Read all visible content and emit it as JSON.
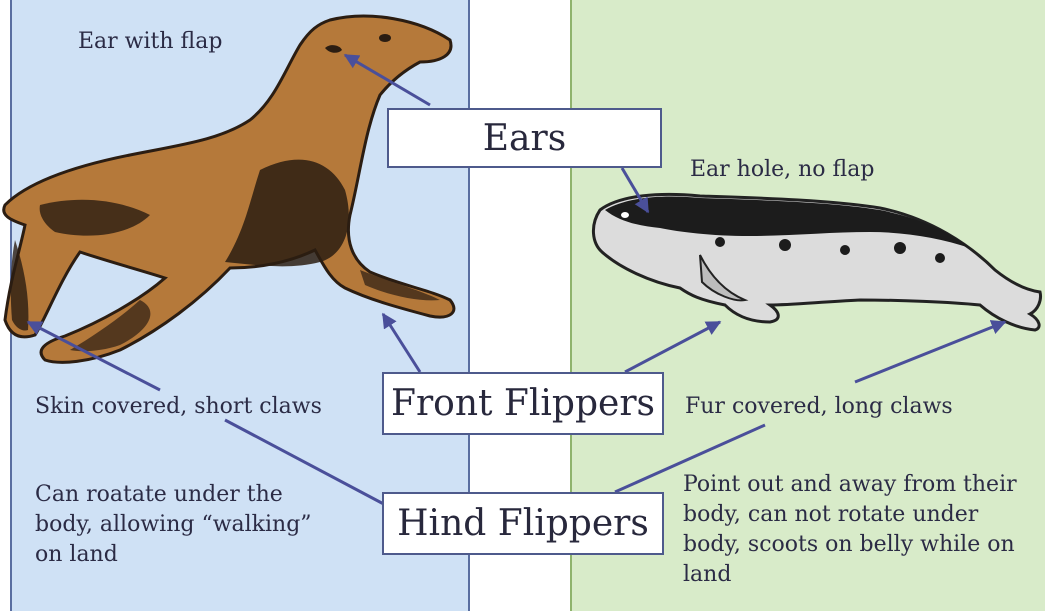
{
  "labels": {
    "ears_box": "Ears",
    "front_box": "Front Flippers",
    "hind_box": "Hind Flippers",
    "left_ear": "Ear with flap",
    "left_front": "Skin covered, short claws",
    "left_hind": "Can roatate under the body, allowing “walking” on land",
    "right_ear": "Ear hole, no flap",
    "right_front": "Fur covered, long claws",
    "right_hind": "Point out and away from their body, can not rotate under body, scoots on belly while on land"
  },
  "colors": {
    "left_bg": "#cfe1f5",
    "right_bg": "#d8ebc9",
    "sea_lion_body": "#b5793a",
    "seal_body": "#dcdcdc",
    "arrow": "#4a4f9a"
  }
}
